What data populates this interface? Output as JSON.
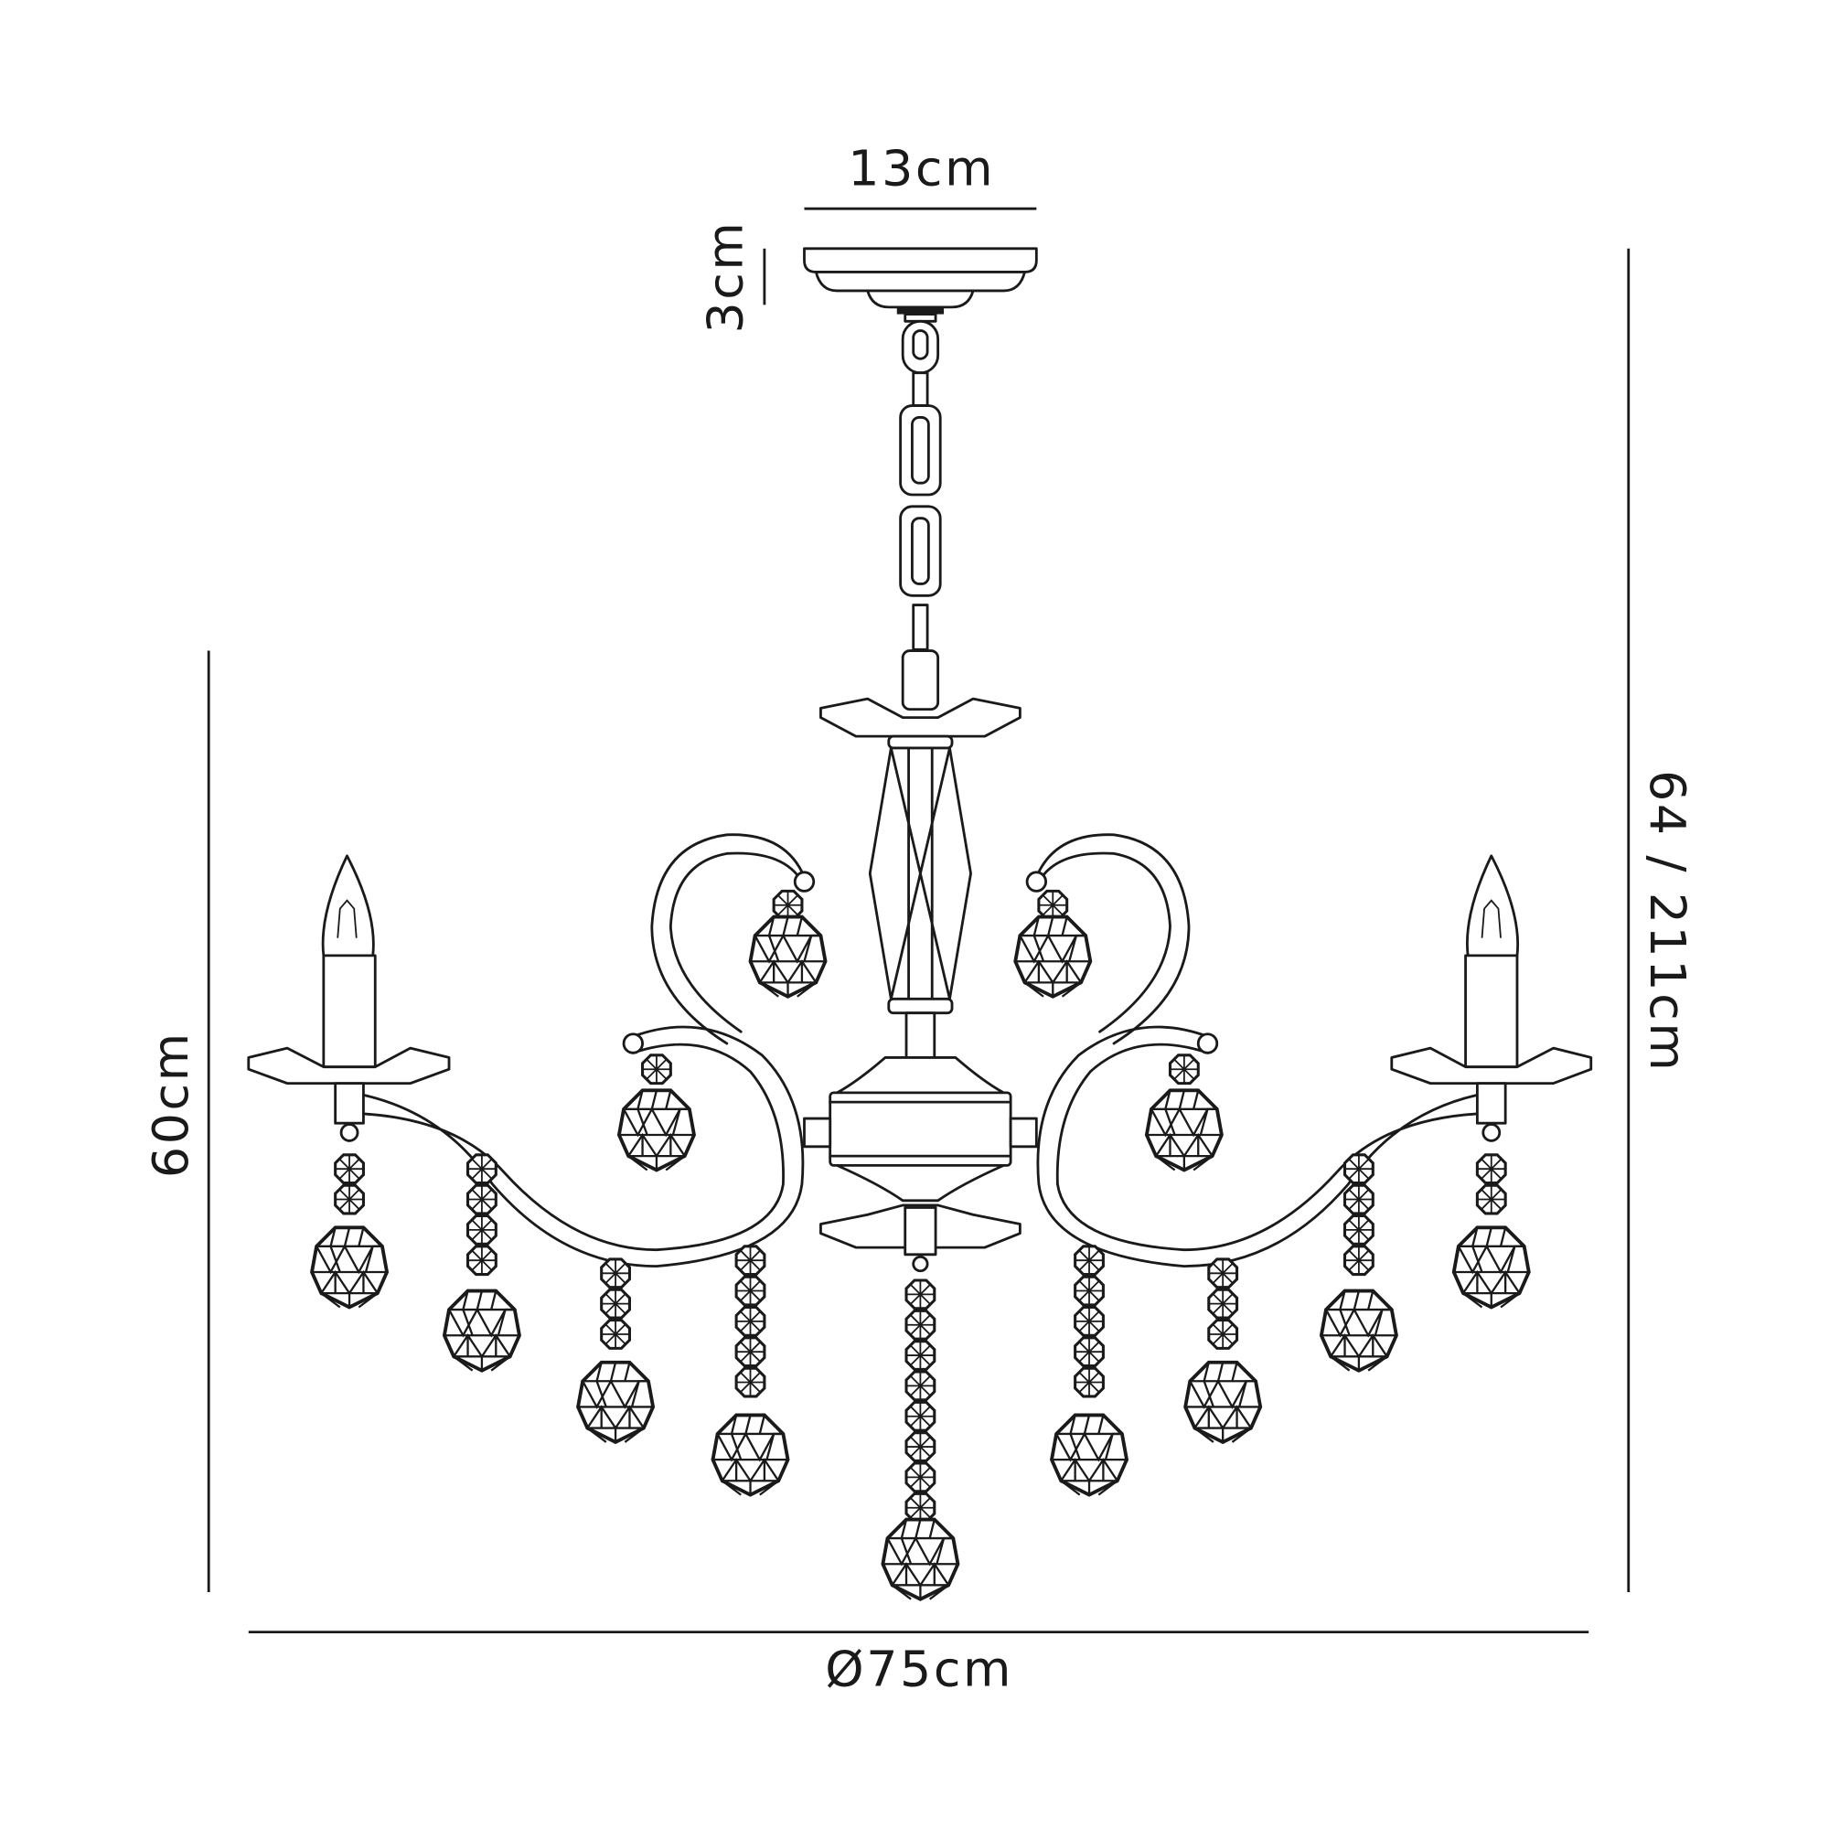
{
  "diagram": {
    "type": "product-dimension-drawing",
    "subject": "5-arm crystal chandelier with chain suspension",
    "line_color": "#1a1a1a",
    "background": "#ffffff"
  },
  "dimensions": {
    "canopy_width": "13cm",
    "canopy_height": "3cm",
    "body_height": "60cm",
    "overall_height": "64 / 211cm",
    "diameter": "Ø75cm"
  },
  "components": {
    "canopy": "ceiling-canopy",
    "chain": "suspension-chain",
    "column": "central-column",
    "candle_arms": 2,
    "scroll_arms": 4,
    "bulbs": 2,
    "crystal_drops": 15
  }
}
